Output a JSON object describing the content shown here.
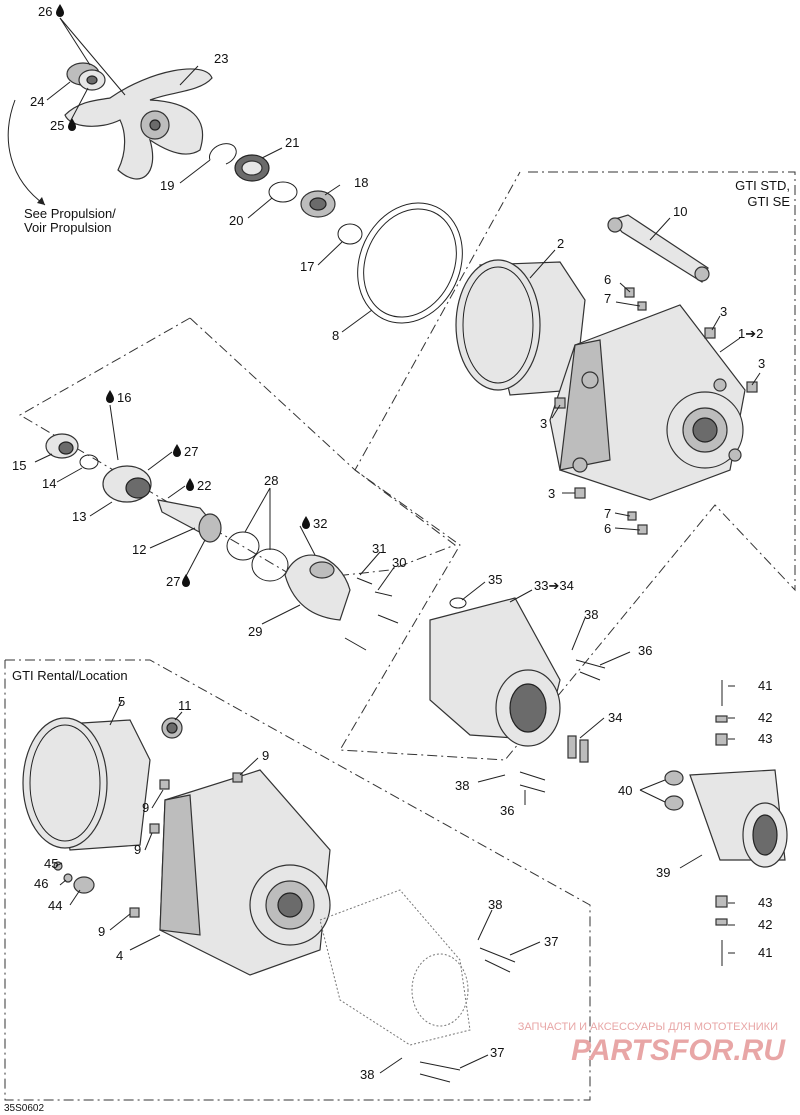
{
  "diagram_code": "35S0602",
  "groups": {
    "gti_std_se": "GTI STD,\nGTI SE",
    "gti_rental": "GTI Rental/Location"
  },
  "see_propulsion": [
    "See Propulsion/",
    "Voir Propulsion"
  ],
  "watermark": {
    "caption": "ЗАПЧАСТИ И АКСЕССУАРЫ ДЛЯ МОТОТЕХНИКИ",
    "brand": "PARTSFOR.RU",
    "color": "#e8a6a6"
  },
  "labels": {
    "p26": "26",
    "p23": "23",
    "p24": "24",
    "p25": "25",
    "p21": "21",
    "p19": "19",
    "p18": "18",
    "p20": "20",
    "p17": "17",
    "p8": "8",
    "p10": "10",
    "p2": "2",
    "p6a": "6",
    "p7a": "7",
    "p3a": "3",
    "p1to2": "1➔2",
    "p3b": "3",
    "p3c": "3",
    "p3d": "3",
    "p7b": "7",
    "p6b": "6",
    "p16": "16",
    "p27a": "27",
    "p15": "15",
    "p14": "14",
    "p22": "22",
    "p13": "13",
    "p28": "28",
    "p32": "32",
    "p12": "12",
    "p31": "31",
    "p30": "30",
    "p27b": "27",
    "p29": "29",
    "p35": "35",
    "p33to34": "33➔34",
    "p38a": "38",
    "p36a": "36",
    "p34": "34",
    "p38b": "38",
    "p36b": "36",
    "p5": "5",
    "p11": "11",
    "p9a": "9",
    "p9b": "9",
    "p9c": "9",
    "p45": "45",
    "p46": "46",
    "p44": "44",
    "p9d": "9",
    "p4": "4",
    "p41a": "41",
    "p42a": "42",
    "p43a": "43",
    "p40": "40",
    "p39": "39",
    "p43b": "43",
    "p42b": "42",
    "p41b": "41",
    "p38c": "38",
    "p37a": "37",
    "p38d": "38",
    "p37b": "37"
  }
}
